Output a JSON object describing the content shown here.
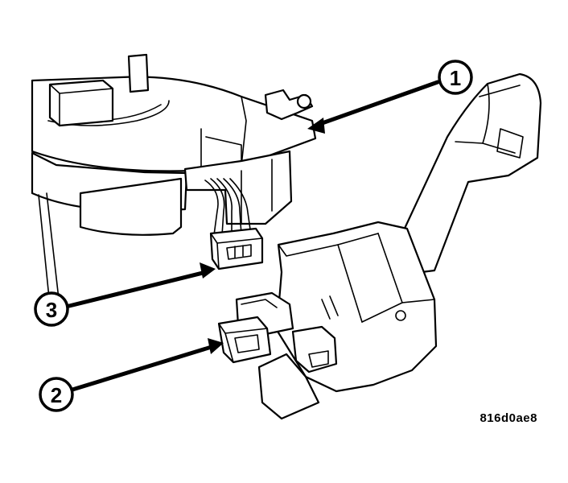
{
  "callouts": [
    {
      "label": "1"
    },
    {
      "label": "2"
    },
    {
      "label": "3"
    }
  ],
  "figure_code": "816d0ae8"
}
